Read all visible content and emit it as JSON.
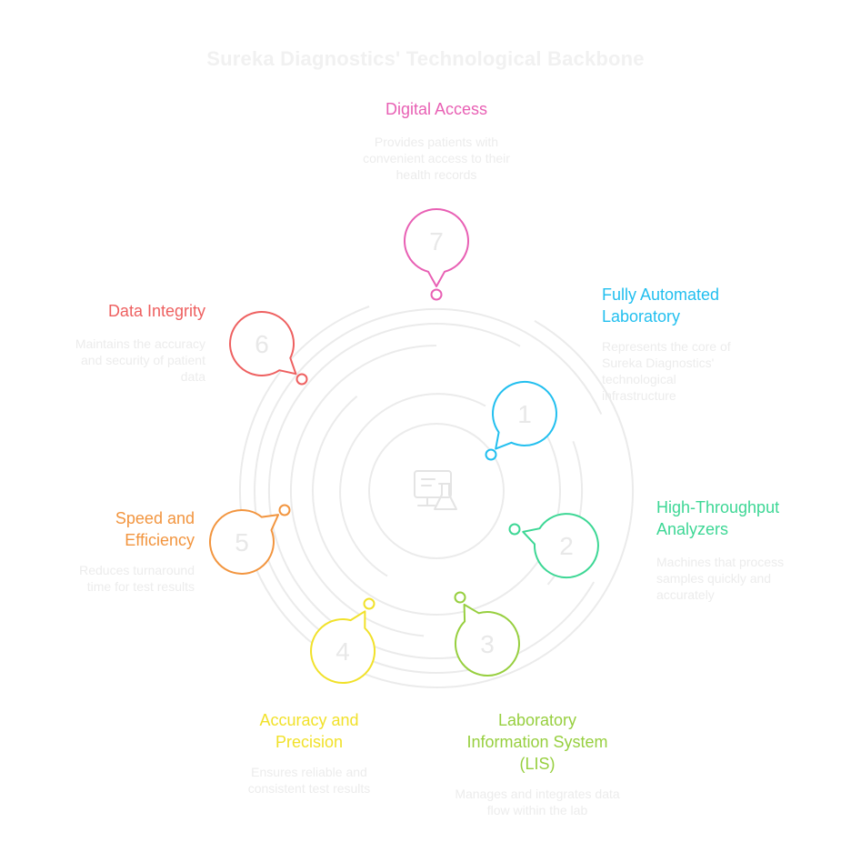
{
  "title": "Sureka Diagnostics' Technological Backbone",
  "colors": {
    "title": "#f1f1f1",
    "description": "#ececec",
    "ring": "#ebebeb",
    "center_icon": "#e4e4e4",
    "number": "#e8e8e8"
  },
  "center_icon": "computer-lab-flask-icon",
  "steps": [
    {
      "number": "1",
      "label": "Fully Automated Laboratory",
      "label_lines": [
        "Fully Automated",
        "Laboratory"
      ],
      "description": "Represents the core of Sureka Diagnostics' technological infrastructure",
      "description_lines": [
        "Represents the core of",
        "Sureka Diagnostics'",
        "technological",
        "infrastructure"
      ],
      "color": "#22bfef"
    },
    {
      "number": "2",
      "label": "High-Throughput Analyzers",
      "label_lines": [
        "High-Throughput",
        "Analyzers"
      ],
      "description": "Machines that process samples quickly and accurately",
      "description_lines": [
        "Machines that process",
        "samples quickly and",
        "accurately"
      ],
      "color": "#3dd795"
    },
    {
      "number": "3",
      "label": "Laboratory Information System (LIS)",
      "label_lines": [
        "Laboratory",
        "Information System",
        "(LIS)"
      ],
      "description": "Manages and integrates data flow within the lab",
      "description_lines": [
        "Manages and integrates data",
        "flow within the lab"
      ],
      "color": "#97cf3f"
    },
    {
      "number": "4",
      "label": "Accuracy and Precision",
      "label_lines": [
        "Accuracy and",
        "Precision"
      ],
      "description": "Ensures reliable and consistent test results",
      "description_lines": [
        "Ensures reliable and",
        "consistent test results"
      ],
      "color": "#f1e12a"
    },
    {
      "number": "5",
      "label": "Speed and Efficiency",
      "label_lines": [
        "Speed and",
        "Efficiency"
      ],
      "description": "Reduces turnaround time for test results",
      "description_lines": [
        "Reduces turnaround",
        "time for test results"
      ],
      "color": "#f2953f"
    },
    {
      "number": "6",
      "label": "Data Integrity",
      "label_lines": [
        "Data Integrity"
      ],
      "description": "Maintains the accuracy and security of patient data",
      "description_lines": [
        "Maintains the accuracy",
        "and security of patient",
        "data"
      ],
      "color": "#ee6060"
    },
    {
      "number": "7",
      "label": "Digital Access",
      "label_lines": [
        "Digital Access"
      ],
      "description": "Provides patients with convenient access to their health records",
      "description_lines": [
        "Provides patients with",
        "convenient access to their",
        "health records"
      ],
      "color": "#e860b4"
    }
  ]
}
